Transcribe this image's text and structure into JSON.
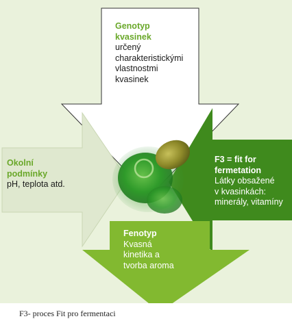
{
  "diagram": {
    "top_arrow": {
      "title": "Genotyp kvasinek",
      "title_lines": [
        "Genotyp",
        "kvasinek"
      ],
      "text_lines": [
        "určený",
        "charakteristickými",
        "vlastnostmi",
        "kvasinek"
      ]
    },
    "left_arrow": {
      "title_lines": [
        "Okolní",
        "podmínky"
      ],
      "text_lines": [
        "pH, teplota atd."
      ]
    },
    "right_arrow": {
      "title_lines": [
        "F3 = fit for",
        "fermetation"
      ],
      "text_lines": [
        "Látky obsažené",
        "v kvasinkách:",
        "minerály, vitamíny"
      ]
    },
    "bottom_arrow": {
      "title_lines": [
        "Fenotyp"
      ],
      "text_lines": [
        "Kvasná",
        "kinetika a",
        "tvorba aroma"
      ]
    },
    "center_image": "yeast-cells-image"
  },
  "caption": "F3- proces Fit pro fermentaci",
  "colors": {
    "panel_bg": "#eaf2dc",
    "top_arrow_fill": "#ffffff",
    "left_arrow_fill": "#dfe8cf",
    "right_arrow_fill": "#3f8a1d",
    "bottom_arrow_fill": "#82b930",
    "accent_text": "#6aa82a"
  }
}
